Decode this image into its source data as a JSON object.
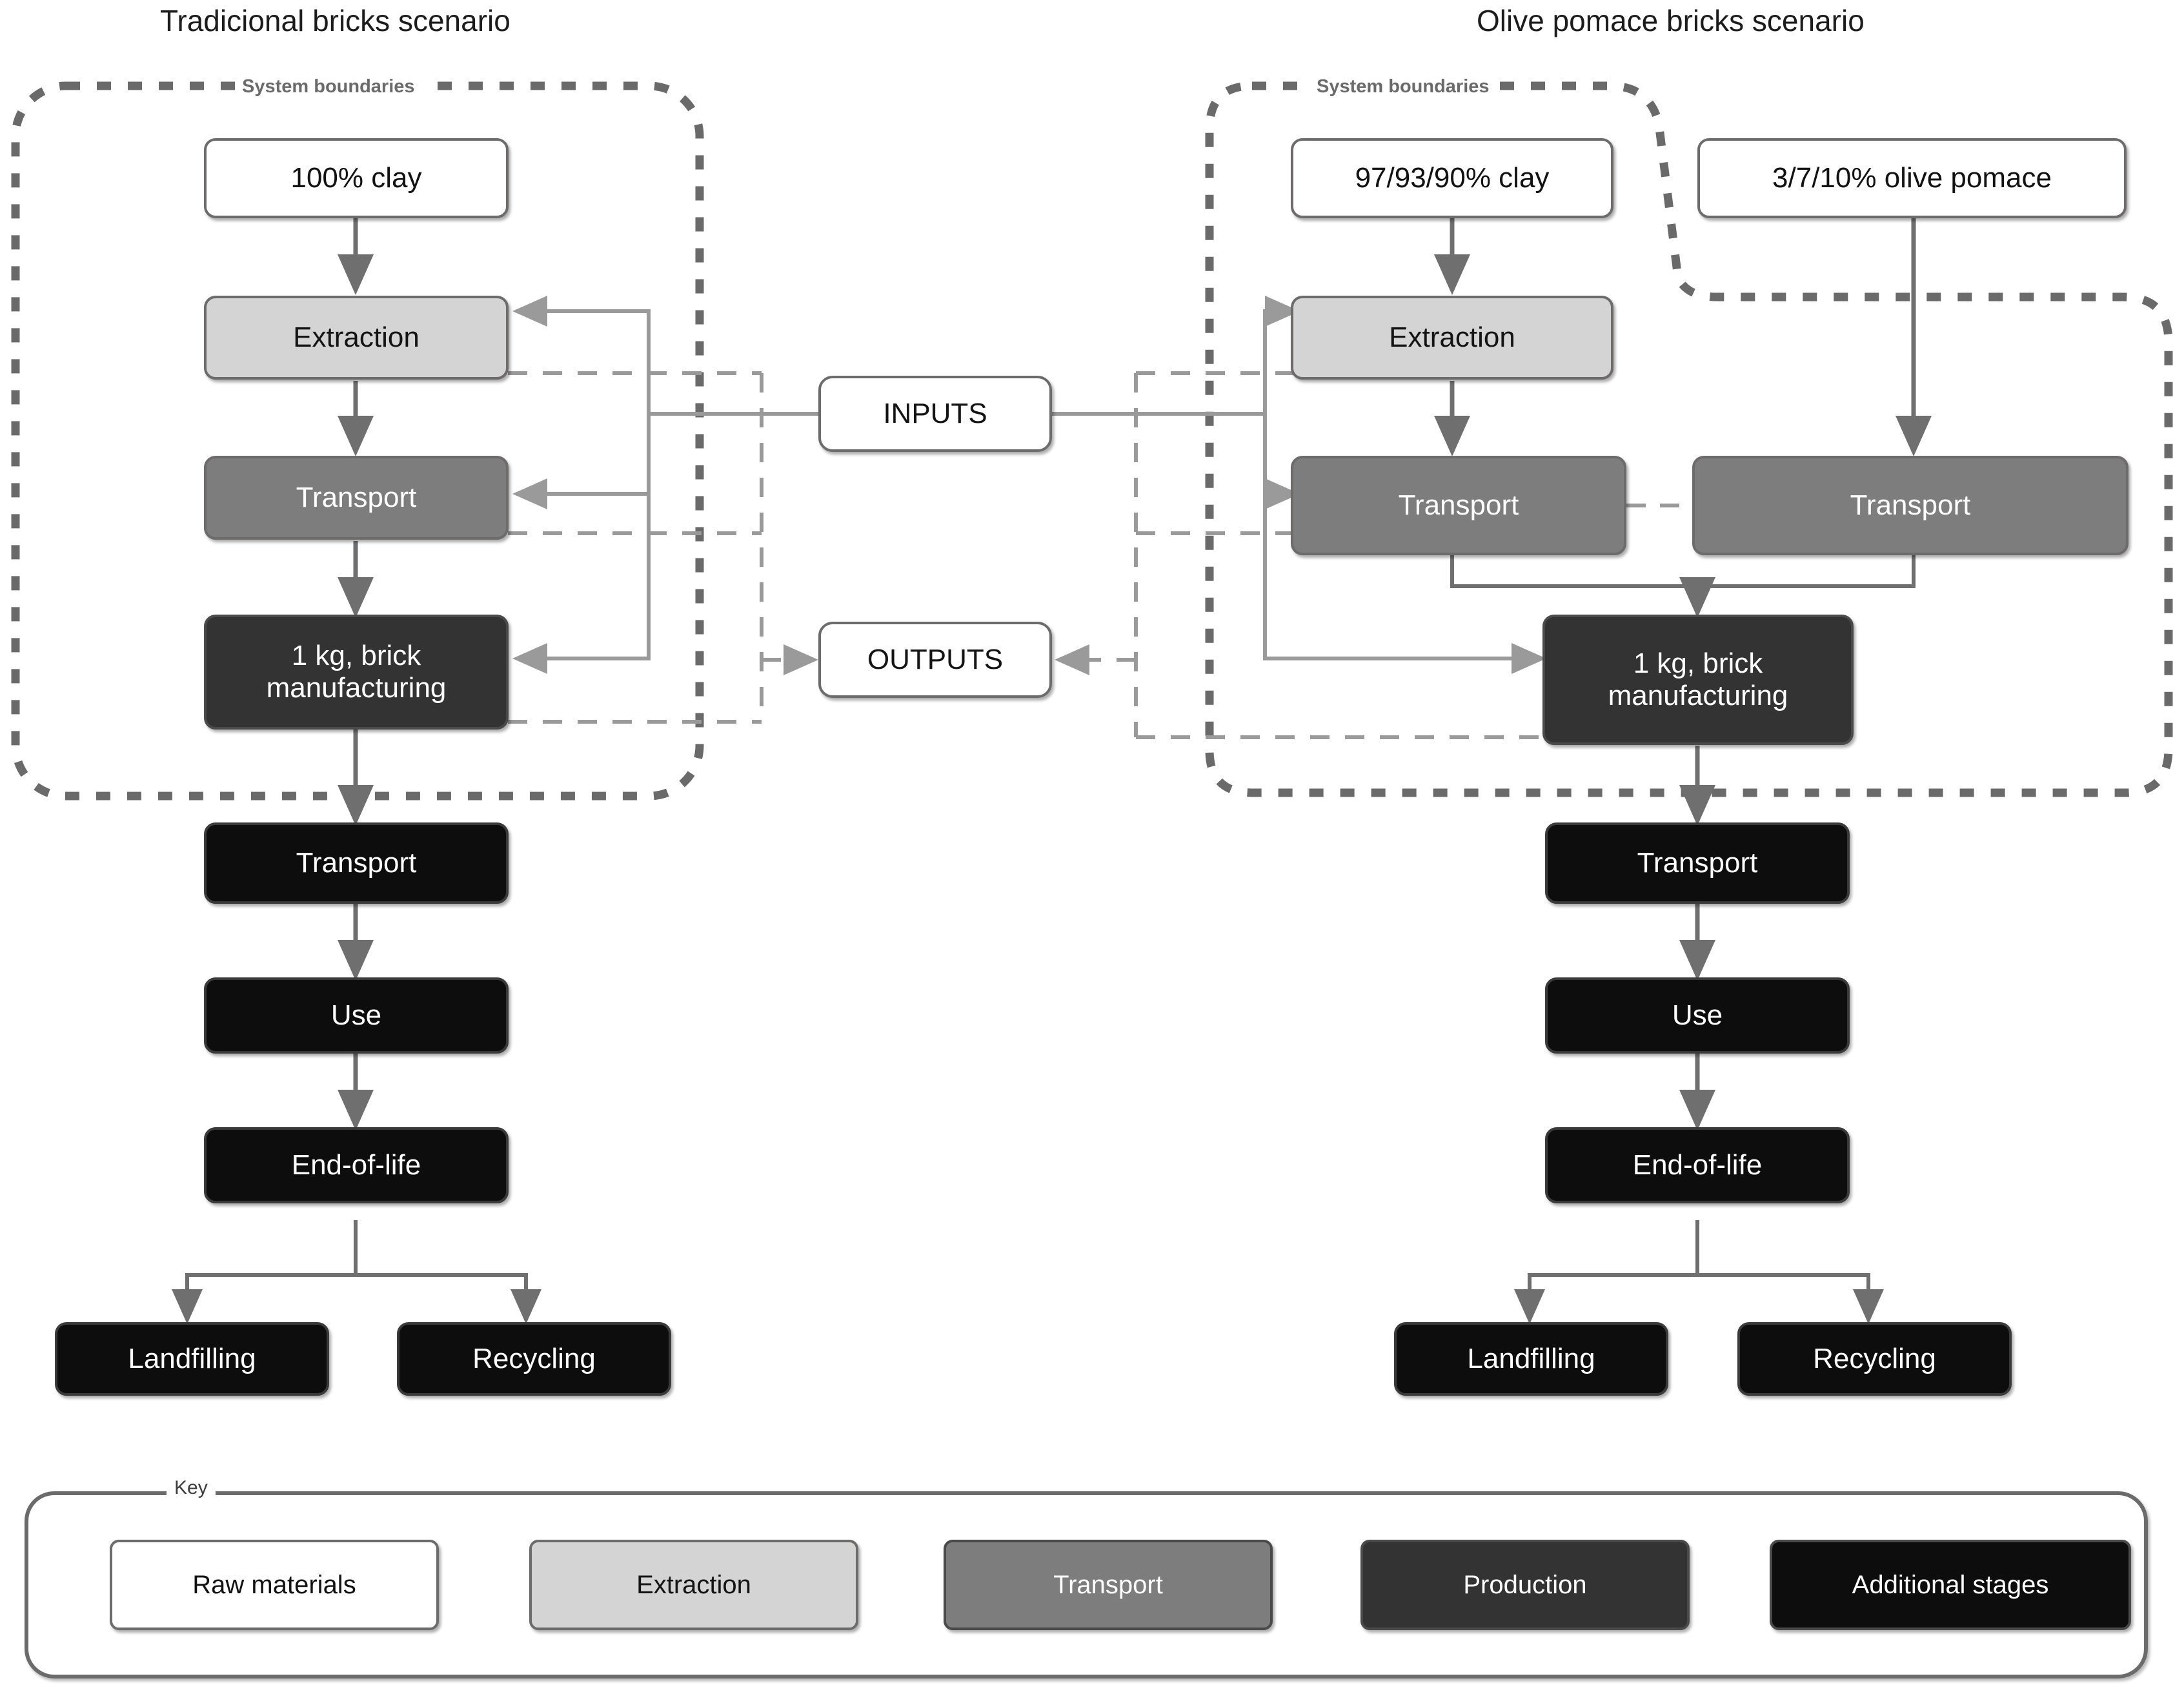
{
  "diagram": {
    "title_left": "Tradicional bricks scenario",
    "title_right": "Olive pomace bricks scenario",
    "boundary_label_left": "System boundaries",
    "boundary_label_right": "System boundaries",
    "key_title": "Key"
  },
  "left_scenario": {
    "raw_material": "100% clay",
    "extraction": "Extraction",
    "transport": "Transport",
    "production": "1 kg, brick\nmanufacturing",
    "production_line1": "1 kg, brick",
    "production_line2": "manufacturing",
    "transport_post": "Transport",
    "use": "Use",
    "end_of_life": "End-of-life",
    "landfilling": "Landfilling",
    "recycling": "Recycling"
  },
  "right_scenario": {
    "raw_material_clay": "97/93/90% clay",
    "raw_material_pomace": "3/7/10% olive pomace",
    "extraction": "Extraction",
    "transport_clay": "Transport",
    "transport_pomace": "Transport",
    "production_line1": "1 kg, brick",
    "production_line2": "manufacturing",
    "transport_post": "Transport",
    "use": "Use",
    "end_of_life": "End-of-life",
    "landfilling": "Landfilling",
    "recycling": "Recycling"
  },
  "center": {
    "inputs": "INPUTS",
    "outputs": "OUTPUTS"
  },
  "key": {
    "title": "Key",
    "items": [
      {
        "label": "Raw materials",
        "category": "raw-materials",
        "fill": "#ffffff",
        "text": "#121212"
      },
      {
        "label": "Extraction",
        "category": "extraction",
        "fill": "#d4d4d4",
        "text": "#141414"
      },
      {
        "label": "Transport",
        "category": "transport",
        "fill": "#7d7d7d",
        "text": "#ffffff"
      },
      {
        "label": "Production",
        "category": "production",
        "fill": "#333333",
        "text": "#ffffff"
      },
      {
        "label": "Additional stages",
        "category": "additional-stages",
        "fill": "#0d0d0d",
        "text": "#ffffff"
      }
    ]
  },
  "colors": {
    "raw_materials": "#ffffff",
    "extraction": "#d4d4d4",
    "transport": "#7d7d7d",
    "production": "#333333",
    "additional_stages": "#0d0d0d",
    "border": "#6e6b6b",
    "arrow": "#7a7a7a",
    "boundary": "#6a6a6a",
    "background": "#ffffff"
  }
}
